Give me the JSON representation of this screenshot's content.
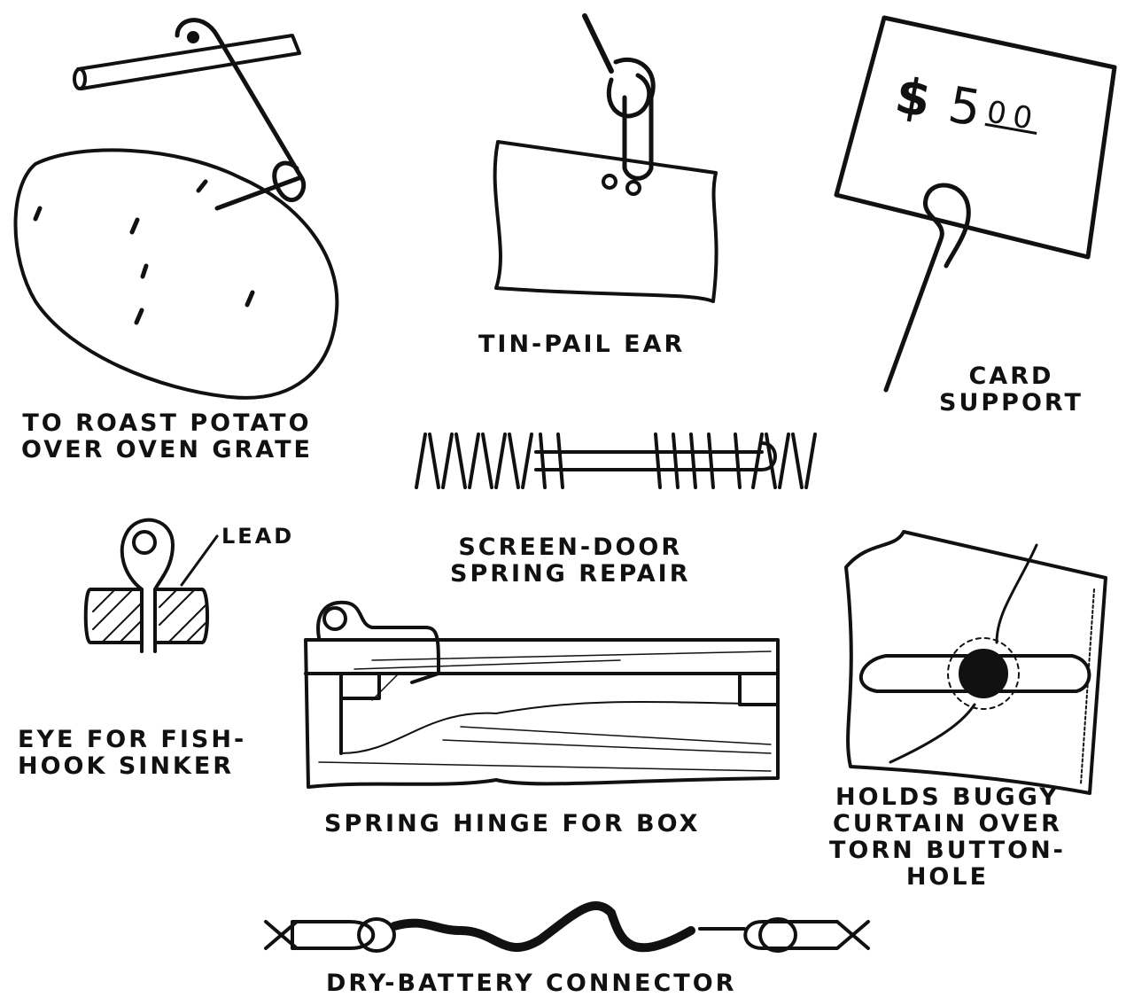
{
  "figures": {
    "potato": {
      "lines": [
        "TO ROAST  POTATO",
        "OVER OVEN  GRATE"
      ]
    },
    "tin_pail": {
      "lines": [
        "TIN-PAIL  EAR"
      ]
    },
    "card": {
      "lines": [
        "CARD",
        "SUPPORT"
      ],
      "price_dollar": "$",
      "price_main": "5",
      "price_cents": "00"
    },
    "spring": {
      "lines": [
        "SCREEN-DOOR",
        "SPRING  REPAIR"
      ]
    },
    "sinker": {
      "lines": [
        "EYE  FOR  FISH-",
        "HOOK  SINKER"
      ],
      "callout": "LEAD"
    },
    "hinge": {
      "lines": [
        "SPRING  HINGE  FOR  BOX"
      ]
    },
    "buggy": {
      "lines": [
        "HOLDS  BUGGY",
        "CURTAIN  OVER",
        "TORN  BUTTON-",
        "HOLE"
      ]
    },
    "battery": {
      "lines": [
        "DRY-BATTERY  CONNECTOR"
      ]
    }
  },
  "colors": {
    "ink": "#111111",
    "paper": "#ffffff"
  }
}
